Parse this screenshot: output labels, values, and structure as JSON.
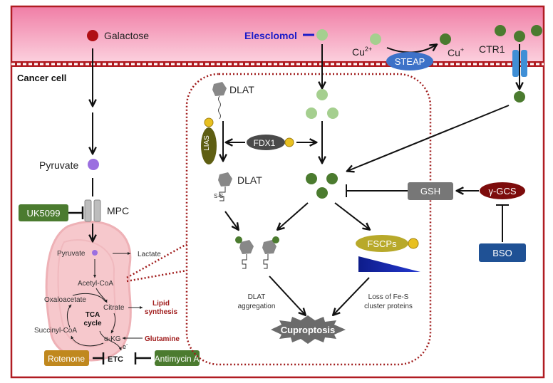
{
  "colors": {
    "border": "#b01c22",
    "pink_band": "#f59ab8",
    "light_copper": "#a5cf8f",
    "dark_copper": "#4b7b2f",
    "elesclomol": "#1b1bc8",
    "steap": "#3d72c8",
    "inhibitor_green": "#4b7b2f",
    "rotenone": "#c0881e",
    "gsh": "#777777",
    "gamma_gcs": "#7d0c0c",
    "bso": "#1f5195",
    "fscps": "#b8a92a",
    "lias": "#5e5e12",
    "fdx1": "#4a4a4a"
  },
  "extracellular": {
    "galactose": "Galactose",
    "elesclomol": "Elesclomol",
    "cu2": "Cu",
    "cu2_sup": "2+",
    "cu1": "Cu",
    "cu1_sup": "+",
    "steap": "STEAP",
    "ctr1": "CTR1"
  },
  "cell": {
    "title": "Cancer cell",
    "pyruvate": "Pyruvate",
    "mpc": "MPC",
    "uk5099": "UK5099"
  },
  "mitochondrion": {
    "pyruvate": "Pyruvate",
    "lactate": "Lactate",
    "acetyl_coa": "Acetyl-CoA",
    "oxaloacetate": "Oxaloacetate",
    "citrate": "Citrate",
    "tca_line1": "TCA",
    "tca_line2": "cycle",
    "lipid_line1": "Lipid",
    "lipid_line2": "synthesis",
    "succinyl_coa": "Succinyl-CoA",
    "akg": "α-KG",
    "glutamine": "Glutamine",
    "electron": "e",
    "electron_sup": "-",
    "etc": "ETC",
    "rotenone": "Rotenone",
    "antimycin": "Antimycin A"
  },
  "mechanism": {
    "dlat_top": "DLAT",
    "lias": "LIAS",
    "fdx1": "FDX1",
    "dlat_lipoylated": "DLAT",
    "gsh": "GSH",
    "gamma_gcs": "γ-GCS",
    "bso": "BSO",
    "fscps": "FSCPs",
    "dlat_agg_line1": "DLAT",
    "dlat_agg_line2": "aggregation",
    "loss_line1": "Loss of Fe-S",
    "loss_line2": "cluster proteins",
    "cuproptosis": "Cuproptosis"
  }
}
